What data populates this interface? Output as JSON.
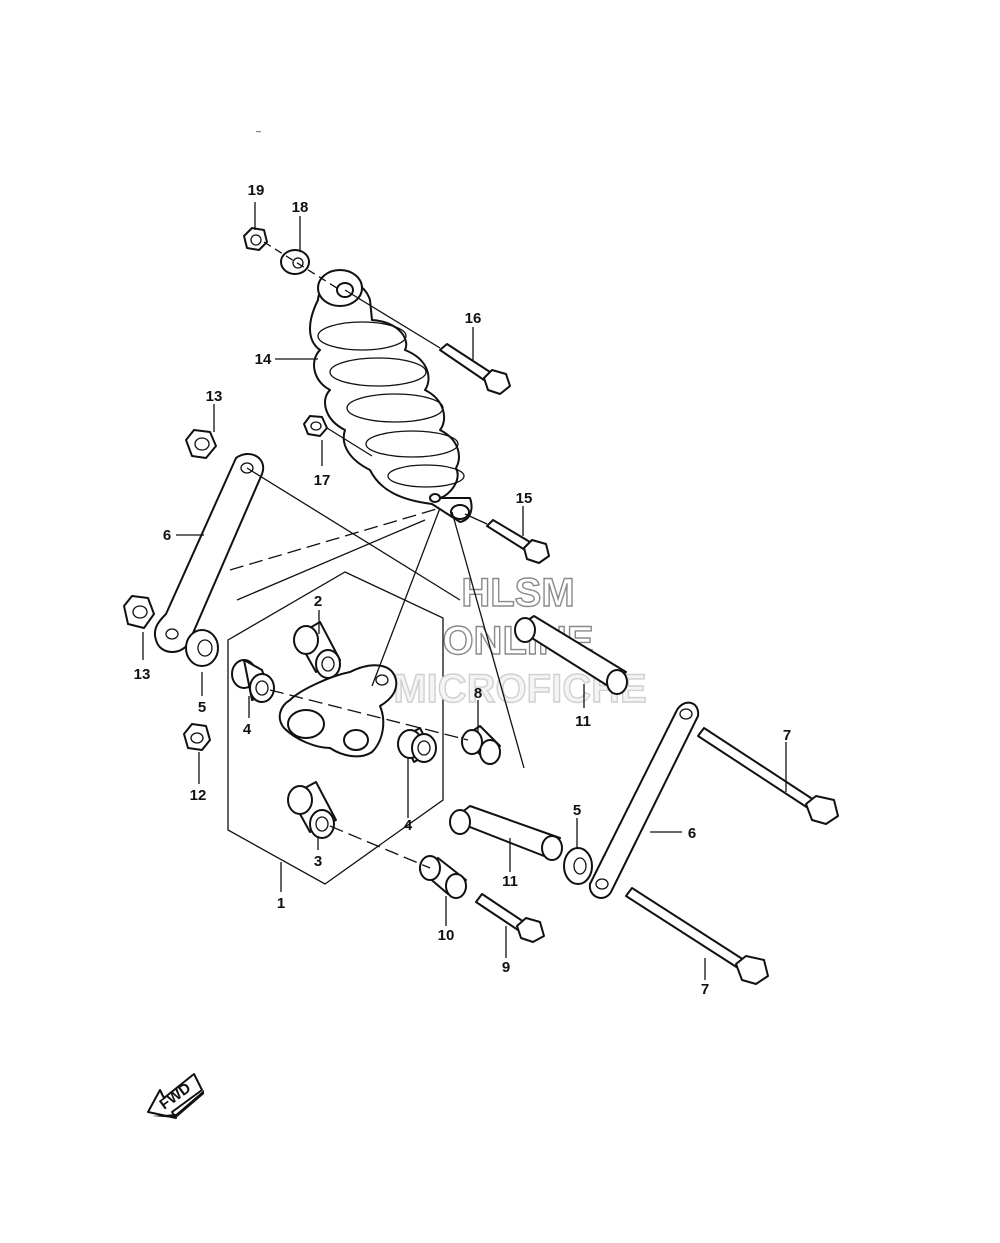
{
  "callouts": [
    {
      "id": "1",
      "text": "1"
    },
    {
      "id": "2",
      "text": "2"
    },
    {
      "id": "3",
      "text": "3"
    },
    {
      "id": "4a",
      "text": "4"
    },
    {
      "id": "4b",
      "text": "4"
    },
    {
      "id": "5a",
      "text": "5"
    },
    {
      "id": "5b",
      "text": "5"
    },
    {
      "id": "6a",
      "text": "6"
    },
    {
      "id": "6b",
      "text": "6"
    },
    {
      "id": "7a",
      "text": "7"
    },
    {
      "id": "7b",
      "text": "7"
    },
    {
      "id": "8",
      "text": "8"
    },
    {
      "id": "9",
      "text": "9"
    },
    {
      "id": "10",
      "text": "10"
    },
    {
      "id": "11a",
      "text": "11"
    },
    {
      "id": "11b",
      "text": "11"
    },
    {
      "id": "12",
      "text": "12"
    },
    {
      "id": "13a",
      "text": "13"
    },
    {
      "id": "13b",
      "text": "13"
    },
    {
      "id": "14",
      "text": "14"
    },
    {
      "id": "15",
      "text": "15"
    },
    {
      "id": "16",
      "text": "16"
    },
    {
      "id": "17",
      "text": "17"
    },
    {
      "id": "18",
      "text": "18"
    },
    {
      "id": "19",
      "text": "19"
    }
  ],
  "fwd_label": "FWD",
  "watermark": {
    "line1": "HLSM",
    "line2": "ONLINE",
    "line3": "MICROFICHE"
  },
  "small_mark": "–"
}
